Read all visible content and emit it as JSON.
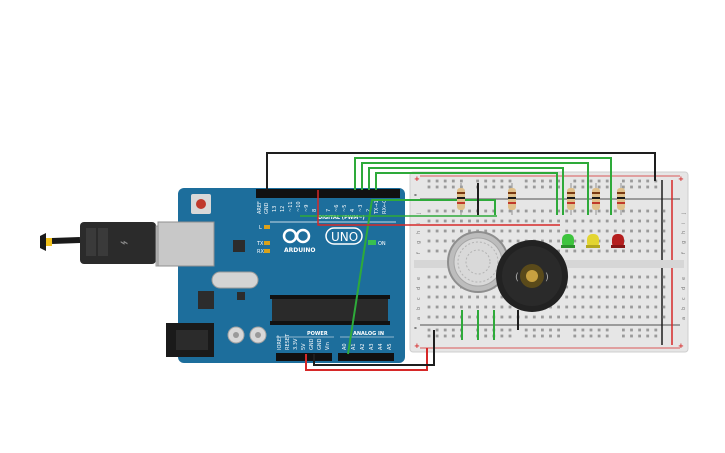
{
  "board": {
    "aref": "AREF",
    "gnd": "GND",
    "pins_top": [
      "13",
      "12",
      "~11",
      "~10",
      "~9",
      "8",
      "7",
      "~6",
      "~5",
      "4",
      "~3",
      "2",
      "TX→1",
      "RX←0"
    ],
    "digital_label": "DIGITAL (PWM~)",
    "led_l": "L",
    "led_tx": "TX",
    "led_rx": "RX",
    "logo_text": "UNO",
    "brand": "ARDUINO",
    "on_label": "ON",
    "power_label": "POWER",
    "analog_label": "ANALOG IN",
    "power_pins": [
      "IOREF",
      "RESET",
      "3.3V",
      "5V",
      "GND",
      "GND",
      "Vin"
    ],
    "analog_pins": [
      "A0",
      "A1",
      "A2",
      "A3",
      "A4",
      "A5"
    ]
  },
  "breadboard": {
    "letters_top": [
      "j",
      "i",
      "h",
      "g",
      "f"
    ],
    "letters_bottom": [
      "e",
      "d",
      "c",
      "b",
      "a"
    ],
    "plus": "+",
    "minus": "-"
  },
  "colors": {
    "board": "#1d6e9c",
    "board_dark": "#155777",
    "breadboard": "#e6e6e6",
    "wire_black": "#1e1e1e",
    "wire_green": "#2eaa3a",
    "wire_red": "#d62828",
    "led_green": "#3ec43e",
    "led_yellow": "#e3d531",
    "led_red": "#b51f1f",
    "buzzer": "#222222",
    "sensor": "#bdbdbd"
  }
}
